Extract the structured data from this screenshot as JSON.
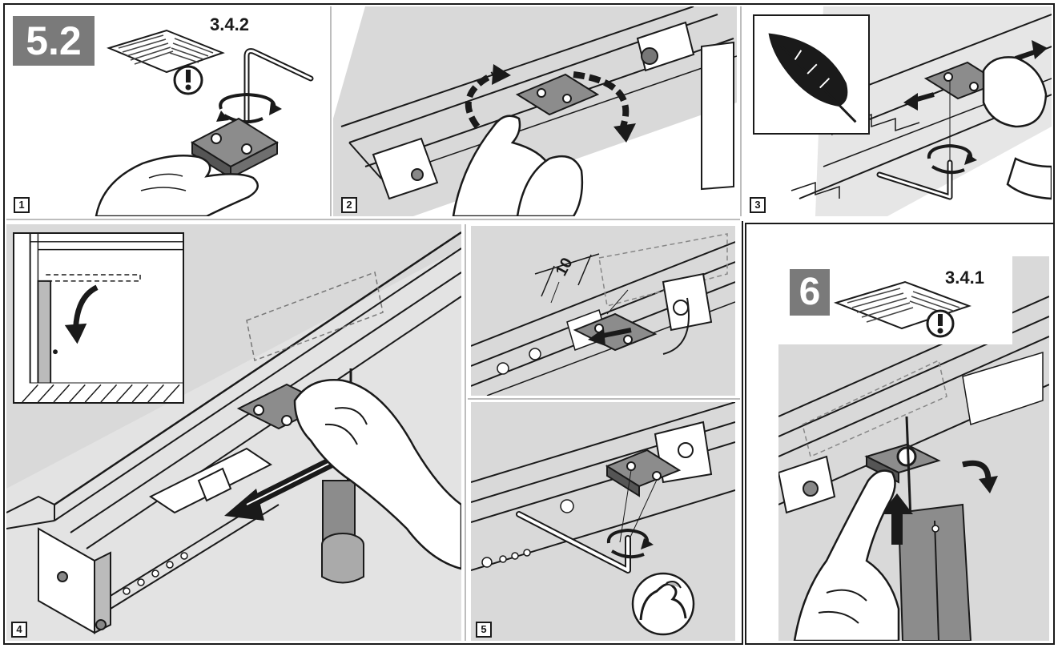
{
  "section_badge": "5.2",
  "section_ref": "3.4.2",
  "next_badge": "6",
  "next_ref": "3.4.1",
  "dimension_label": "10",
  "steps": [
    "1",
    "2",
    "3",
    "4",
    "5"
  ],
  "icons": {
    "manual": "open-manual-icon",
    "warning": "exclamation-warning-icon",
    "feather": "feather-light-force-icon",
    "strength": "flexed-arm-force-icon",
    "rotate": "rotate-arrows-icon"
  },
  "colors": {
    "badge": "#7a7a7a",
    "line": "#1a1a1a",
    "part": "#8c8c8c",
    "background_gray": "#d9d9d9",
    "part_dark": "#555555"
  }
}
